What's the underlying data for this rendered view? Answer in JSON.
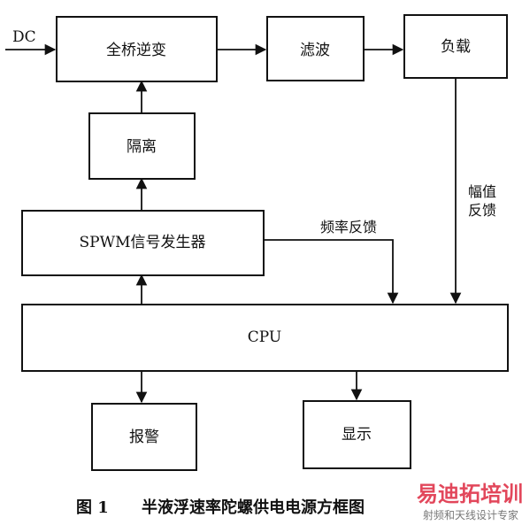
{
  "blocks": {
    "inverter": "全桥逆变",
    "filter": "滤波",
    "load": "负载",
    "isolation": "隔离",
    "spwm": "SPWM信号发生器",
    "cpu": "CPU",
    "alarm": "报警",
    "display": "显示"
  },
  "labels": {
    "dc_input": "DC",
    "freq_feedback": "频率反馈",
    "amp_feedback_line1": "幅值",
    "amp_feedback_line2": "反馈"
  },
  "caption": {
    "figure_no": "图 1",
    "text": "半液浮速率陀螺供电电源方框图"
  },
  "watermark": {
    "main": "易迪拓培训",
    "sub": "射频和天线设计专家",
    "color": "#e2475b"
  }
}
